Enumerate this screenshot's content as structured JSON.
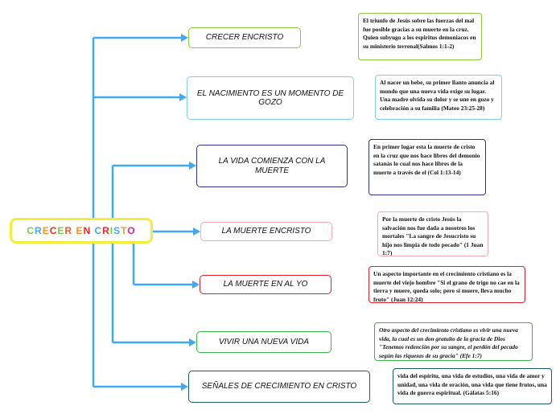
{
  "central_topic": {
    "text": "CRECER EN CRISTO",
    "letter_colors": [
      "#7ac943",
      "#3fa9f5",
      "#ff931e",
      "#ff1d25",
      "#7ac943",
      "#f15a24",
      "#ffffff",
      "#ff931e",
      "#ff1d25",
      "#ffffff",
      "#3fa9f5",
      "#ff1d25",
      "#7ac943",
      "#3fa9f5",
      "#ff931e",
      "#ed1e79"
    ]
  },
  "connector_color": "#3fa9f5",
  "topics": [
    {
      "label": "CRECER ENCRISTO",
      "border": "#8cc63f",
      "note": "El triunfo de Jesús sobre las fuerzas del mal fue posible gracias a su muerte en la cruz. Quien subyugo a los espiritus demoniacos en su ministerio terrenal(Salmos 1:1-2)",
      "note_border": "#8cc63f",
      "note_italic": false
    },
    {
      "label": "EL NACIMIENTO ES UN MOMENTO DE GOZO",
      "border": "#7fcde8",
      "note": "Al nacer un bebe, su primer llanto anuncia al mundo que una nueva vida exige su lugar. Una madre olvida su dolor y se une en gozo y celebración a su familia (Mateo 23:25-28)",
      "note_border": "#7fcde8",
      "note_italic": false
    },
    {
      "label": "LA VIDA COMIENZA CON LA MUERTE",
      "border": "#2e3192",
      "note": "En primer lugar esta la muerte de cristo en la cruz que nos hace libres del demonio satanás lo cual nos hace libres de la muerte a través de el (Col 1:13-14)",
      "note_border": "#2e3192",
      "note_italic": false
    },
    {
      "label": "LA MUERTE ENCRISTO",
      "border": "#f7a9b8",
      "note": "Por la muerte de cristo Jesús la salvación nos fue dada a nosotros los mortales \"La sangre de Jesucristo su hijo nos limpia de todo pecado\" (1 Juan 1:7)",
      "note_border": "#f7a9b8",
      "note_italic": false
    },
    {
      "label": "LA MUERTE EN AL YO",
      "border": "#e0202a",
      "note": "Un aspecto importante en el crecimiento cristiano es la muerte del viejo hombre \"Si el grano de trigo no cae en la tierra y muere, queda solo; pero si muere, lleva mucho fruto\" (Juan 12:24)",
      "note_border": "#e0202a",
      "note_italic": false
    },
    {
      "label": "VIVIR UNA NUEVA VIDA",
      "border": "#39b54a",
      "note": "Otro aspecto del crecimiento cristiano es vivir una nueva vida, la cual es un don gratuito de la gracia de Dios \"Tenemos redención por su sangre, el perdón del pecado según las riquezas de su gracia\" (Efe 1:7)",
      "note_border": "#39b54a",
      "note_italic": true
    },
    {
      "label": "SEÑALES DE CRECIMIENTO EN CRISTO",
      "border": "#1b5e5e",
      "note": "vida del espíritu, una vida de estudios, una vida de amor y unidad, una vida de oración, una vida que tiene frutos, una vida de guerra espiritual. (Gálatas 5:16)",
      "note_border": "#1b5e5e",
      "note_italic": false
    }
  ]
}
